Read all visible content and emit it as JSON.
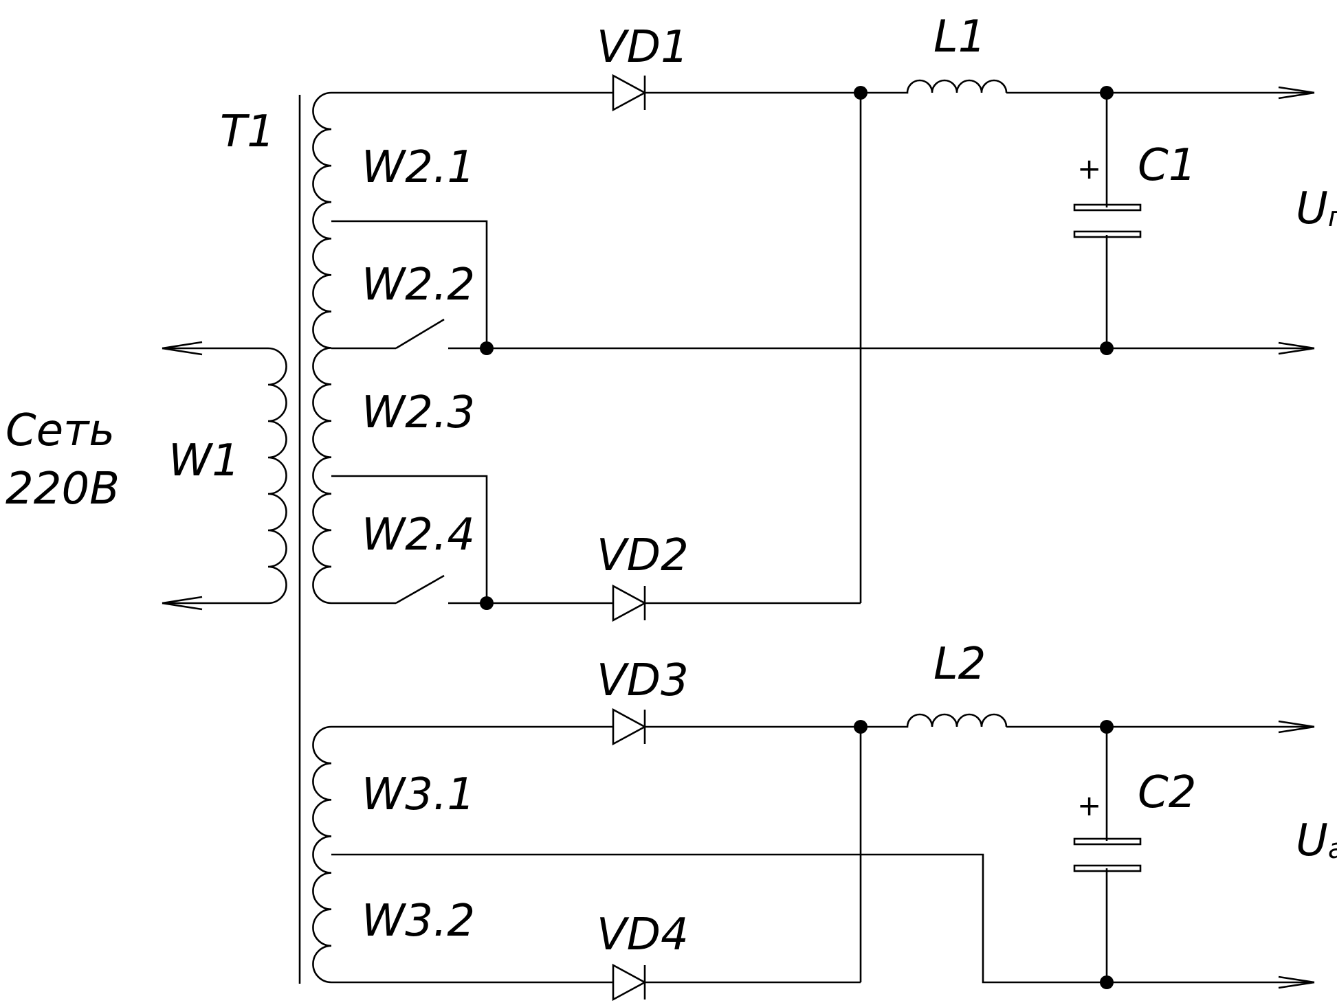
{
  "labels": {
    "transformer": "T1",
    "primary": "W1",
    "mains_line1": "Сеть",
    "mains_line2": "220В",
    "w21": "W2.1",
    "w22": "W2.2",
    "w23": "W2.3",
    "w24": "W2.4",
    "w31": "W3.1",
    "w32": "W3.2",
    "vd1": "VD1",
    "vd2": "VD2",
    "vd3": "VD3",
    "vd4": "VD4",
    "l1": "L1",
    "l2": "L2",
    "c1": "C1",
    "c2": "C2",
    "plus1": "+",
    "plus2": "+",
    "out1_main": "U",
    "out1_sub": "п",
    "out2_main": "U",
    "out2_sub": "а"
  },
  "colors": {
    "ink": "#000000",
    "background": "#ffffff"
  }
}
